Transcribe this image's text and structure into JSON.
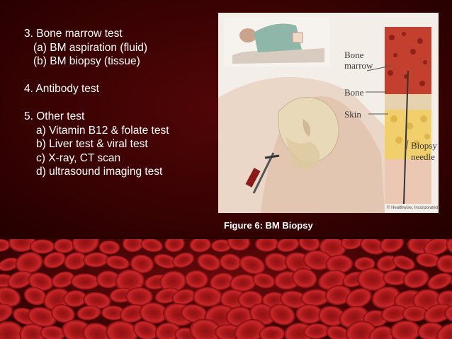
{
  "slide": {
    "lines": {
      "bm_test": "3. Bone marrow test",
      "bm_aspiration": "(a) BM aspiration (fluid)",
      "bm_biopsy": "(b) BM biopsy (tissue)",
      "antibody": "4. Antibody test",
      "other": "5. Other test",
      "vitamin": "a) Vitamin B12 & folate test",
      "liver": "b) Liver test & viral test",
      "xray": "c) X-ray, CT scan",
      "ultrasound": "d) ultrasound imaging test"
    },
    "caption": "Figure 6: BM Biopsy"
  },
  "figure": {
    "labels": {
      "bone_marrow_1": "Bone",
      "bone_marrow_2": "marrow",
      "bone": "Bone",
      "skin": "Skin",
      "needle_1": "Biopsy",
      "needle_2": "needle"
    },
    "credit": "© Healthwise, Incorporated"
  },
  "colors": {
    "background": "#3a0203",
    "text": "#ffffff",
    "cell_red": "#b01a1c"
  }
}
